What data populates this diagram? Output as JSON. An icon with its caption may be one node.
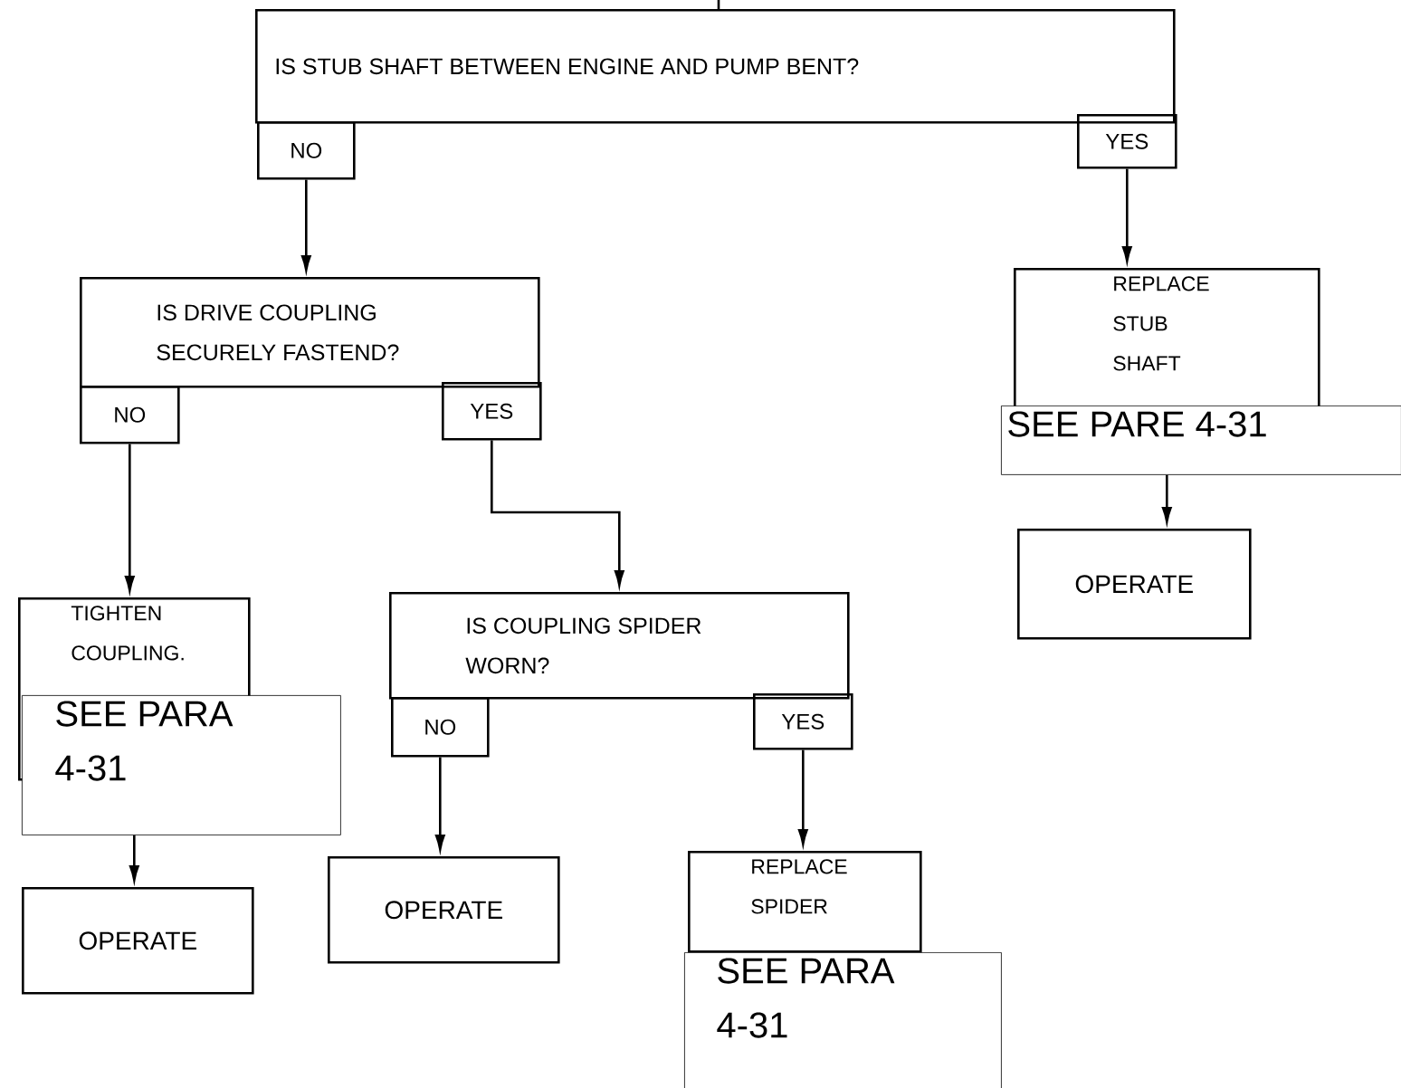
{
  "diagram": {
    "nodes": [
      {
        "text": [
          "IS STUB SHAFT BETWEEN ENGINE AND PUMP BENT?"
        ]
      },
      {
        "text": [
          "NO"
        ]
      },
      {
        "text": [
          "YES"
        ]
      },
      {
        "text": [
          "IS DRIVE COUPLING SECURELY FASTEND?"
        ]
      },
      {
        "text": [
          "NO"
        ]
      },
      {
        "text": [
          "YES"
        ]
      },
      {
        "text": [
          "REPLACE STUB SHAFT",
          "SEE PARE 4-31"
        ]
      },
      {
        "text": [
          "OPERATE"
        ]
      },
      {
        "text": [
          "TIGHTEN COUPLING.",
          "SEE PARA 4-31"
        ]
      },
      {
        "text": [
          "IS COUPLING SPIDER WORN?"
        ]
      },
      {
        "text": [
          "NO"
        ]
      },
      {
        "text": [
          "YES"
        ]
      },
      {
        "text": [
          "OPERATE"
        ]
      },
      {
        "text": [
          "OPERATE"
        ]
      },
      {
        "text": [
          "REPLACE SPIDER",
          "SEE PARA 4-31"
        ]
      }
    ],
    "edges": [
      {
        "from": null,
        "to": 0,
        "arrow": "none"
      },
      {
        "from": 1,
        "to": 3,
        "arrow": "to"
      },
      {
        "from": 2,
        "to": 6,
        "arrow": "to"
      },
      {
        "from": 4,
        "to": 8,
        "arrow": "to"
      },
      {
        "from": 5,
        "to": 9,
        "arrow": "to"
      },
      {
        "from": 6,
        "to": 7,
        "arrow": "to"
      },
      {
        "from": 8,
        "to": 12,
        "arrow": "to"
      },
      {
        "from": 10,
        "to": 13,
        "arrow": "to"
      },
      {
        "from": 11,
        "to": 14,
        "arrow": "to"
      }
    ]
  }
}
